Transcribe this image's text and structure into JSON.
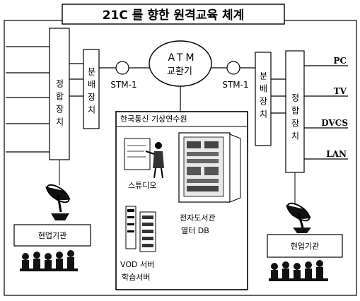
{
  "title": "21C 를 향한 원격교육 체계",
  "left_integrator": "정합장치",
  "left_distributor": "분배장치",
  "right_distributor": "분배장치",
  "right_integrator": "정합장치",
  "atm_switch": {
    "line1": "ATM",
    "line2": "교환기"
  },
  "stm_left": "STM-1",
  "stm_right": "STM-1",
  "terminals": [
    "PC",
    "TV",
    "DVCS",
    "LAN"
  ],
  "center_box": {
    "title": "한국통신 기상연수원",
    "studio": "스튜디오",
    "edu_db_line1": "전자도서관",
    "edu_db_line2": "열터 DB",
    "vod_line1": "VOD 서버",
    "vod_line2": "학습서버"
  },
  "left_site": "현업기관",
  "right_site": "현업기관",
  "icons": [
    "satellite-dish-icon",
    "audience-icon",
    "teacher-icon",
    "server-rack-icon",
    "server-tower-icon"
  ]
}
